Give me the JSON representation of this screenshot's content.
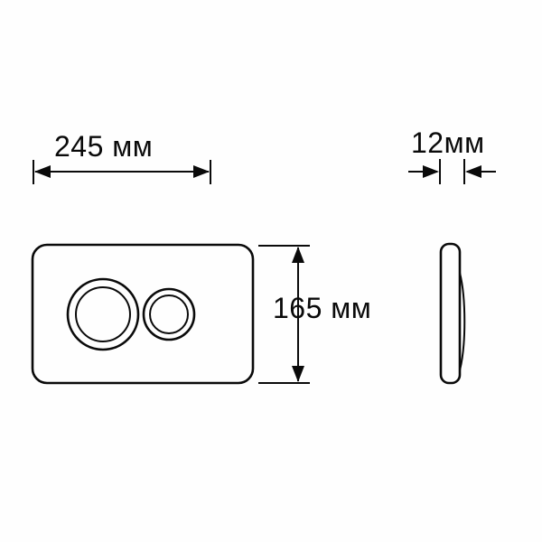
{
  "diagram": {
    "subject": "flush-plate-dimension-drawing",
    "unit": "мм",
    "dimensions": {
      "width": {
        "value": 245,
        "label": "245 мм"
      },
      "height": {
        "value": 165,
        "label": "165 мм"
      },
      "depth": {
        "value": 12,
        "label": "12мм"
      }
    },
    "colors": {
      "line": "#0a0a0a",
      "background": "#fefefe"
    }
  }
}
